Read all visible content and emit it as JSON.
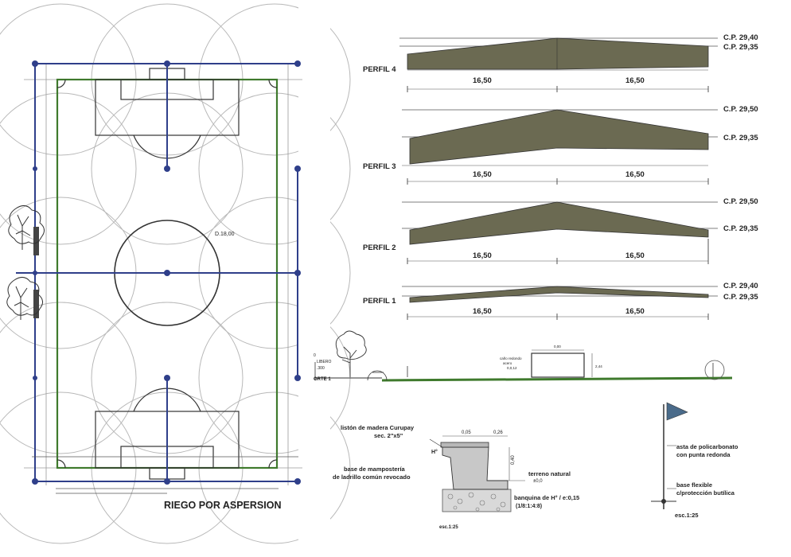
{
  "plan": {
    "title": "RIEGO POR ASPERSION",
    "circle_label": "D.18,00"
  },
  "profiles": [
    {
      "name": "PERFIL 4",
      "top_label": "C.P. 29,40",
      "side_label": "C.P. 29,35",
      "left_dim": "16,50",
      "right_dim": "16,50"
    },
    {
      "name": "PERFIL 3",
      "top_label": "C.P. 29,50",
      "side_label": "C.P. 29,35",
      "left_dim": "16,50",
      "right_dim": "16,50"
    },
    {
      "name": "PERFIL 2",
      "top_label": "C.P. 29,50",
      "side_label": "C.P. 29,35",
      "left_dim": "16,50",
      "right_dim": "16,50"
    },
    {
      "name": "PERFIL 1",
      "top_label": "C.P. 29,40",
      "side_label": "C.P. 29,35",
      "left_dim": "16,50",
      "right_dim": "16,50"
    }
  ],
  "section": {
    "corte_label": "ORTE 1",
    "level_1": "LIBERO",
    "level_2": ".300",
    "note_1": "caño redondo",
    "note_2": "acero",
    "goal_width": "0,00",
    "height": "2,44",
    "note_dim": "0,0,12"
  },
  "curb": {
    "wood_strip": "listón de madera Curupay",
    "wood_strip_section": "sec. 2\"x5\"",
    "dim_left": "0,05",
    "dim_right": "0,26",
    "h_label": "H°",
    "base_1": "base de mampostería",
    "base_2": "de ladrillo común revocado",
    "height_dim": "0,40",
    "terrain": "terreno natural",
    "terrain_level": "±0,0",
    "banquina": "banquina de H° / e:0,15",
    "mix": "(1/8:1:4:8)",
    "scale": "esc.1:25"
  },
  "flag": {
    "pole_1": "asta de policarbonato",
    "pole_2": "con punta redonda",
    "base_1": "base flexible",
    "base_2": "c/protección butílica",
    "scale": "esc.1:25"
  },
  "colors": {
    "field_line": "#3f7a2d",
    "irrigation": "#2f3f8a",
    "profile_fill": "#6b6a52",
    "sprinkler_arc": "#b0b0b0"
  }
}
